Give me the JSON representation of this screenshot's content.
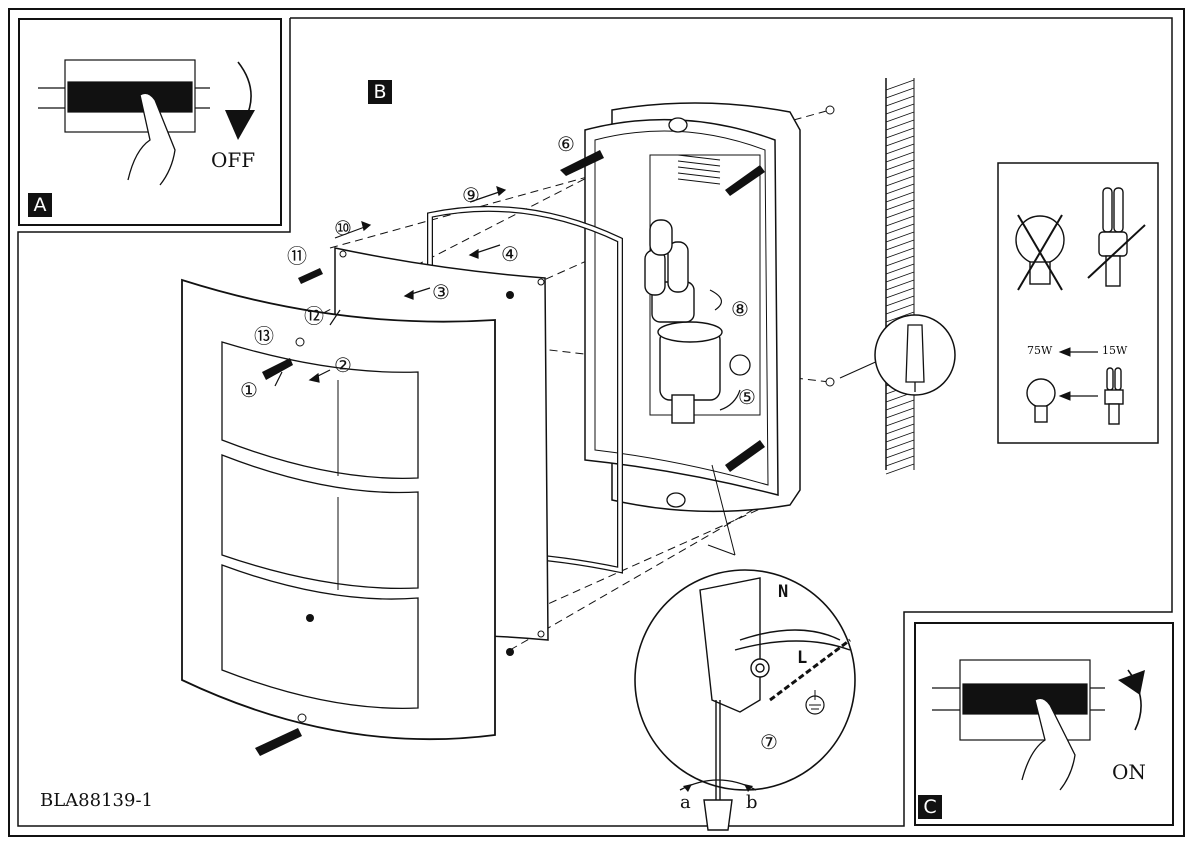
{
  "panel_a": {
    "tag": "A",
    "off_label": "OFF"
  },
  "panel_b": {
    "tag": "B"
  },
  "panel_c": {
    "tag": "C",
    "on_label": "ON"
  },
  "step_numbers": [
    "①",
    "②",
    "③",
    "④",
    "⑤",
    "⑥",
    "⑦",
    "⑧",
    "⑨",
    "⑩",
    "⑪",
    "⑫",
    "⑬"
  ],
  "wiring": {
    "neutral": "N",
    "live": "L",
    "rotate_a": "a",
    "rotate_b": "b"
  },
  "bulb_panel": {
    "incandescent_watts": "75W",
    "cfl_watts": "15W"
  },
  "doc_code": "BLA88139-1"
}
